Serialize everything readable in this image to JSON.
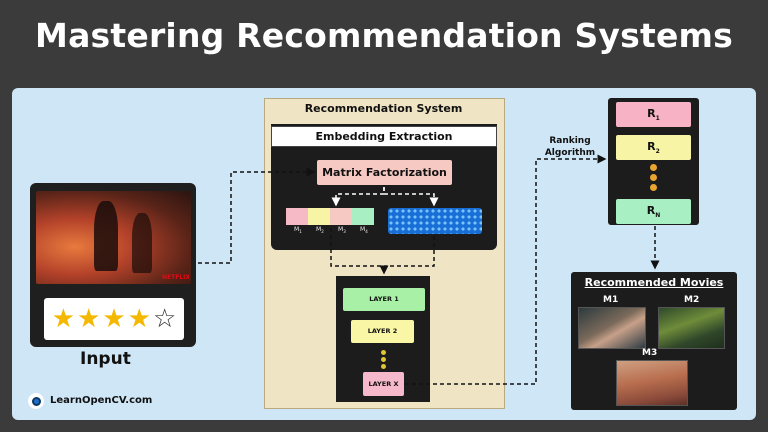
{
  "header": {
    "title": "Mastering Recommendation Systems"
  },
  "input": {
    "label": "Input",
    "watermark": "NETFLIX",
    "rating": {
      "value": 4,
      "max": 5
    }
  },
  "rec_system": {
    "title": "Recommendation System",
    "embedding_title": "Embedding Extraction",
    "matrix_factorization": "Matrix Factorization",
    "matrix_cells": [
      {
        "label": "M",
        "sub": "1",
        "color": "#f6b9c6"
      },
      {
        "label": "M",
        "sub": "2",
        "color": "#f8f4a6"
      },
      {
        "label": "M",
        "sub": "3",
        "color": "#f7c9c3"
      },
      {
        "label": "M",
        "sub": "4",
        "color": "#a9efc4"
      }
    ],
    "layers": [
      "LAYER 1",
      "LAYER 2",
      "LAYER X"
    ]
  },
  "ranking": {
    "label_line1": "Ranking",
    "label_line2": "Algorithm",
    "items": [
      {
        "label": "R",
        "sub": "1"
      },
      {
        "label": "R",
        "sub": "2"
      },
      {
        "label": "R",
        "sub": "N"
      }
    ]
  },
  "recommended": {
    "title": "Recommended Movies",
    "movies": [
      "M1",
      "M2",
      "M3"
    ]
  },
  "logo": {
    "text": "LearnOpenCV.com"
  },
  "colors": {
    "background": "#3b3b3b",
    "panel": "#cfe6f7",
    "star": "#f5b800",
    "dashed_arrow": "#111111"
  }
}
